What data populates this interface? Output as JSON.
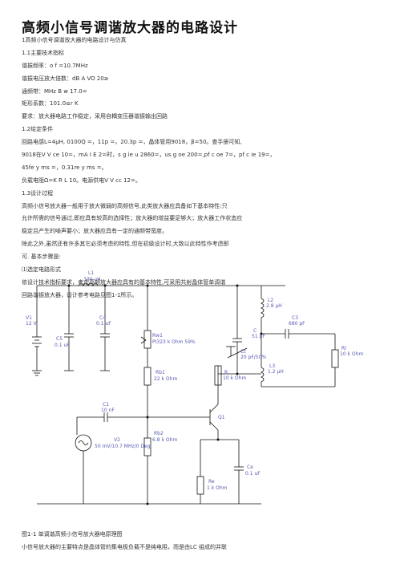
{
  "title": "高频小信号调谐放大器的电路设计",
  "lines": [
    "1高频小信号调谐放大器的电路设计与仿真",
    "1.1主要技术指标",
    "谐振频率：o f =10.7MHz",
    "谐振电压放大倍数：dB A VO 20≥",
    "通频带：MHz B w 17.0=",
    "矩形系数：101.0≤r K",
    "要求：放大器电路工作稳定，采用自耦变压器谐振输出回路",
    "1.2给定条件",
    "回路电感L=4μH, 0100Q =，11p =，20.3p =，晶体管用9018，β=50。查手册可知,",
    "9018在V V ce 10=，mA I E 2=时，s g ie u 2860=，us g oe 200=,pf c oe 7=，pf c ie 19=，",
    "45fe y ms =，0.31re y ms =。",
    "负载电阻Ω=K R L 10。电源供电V V cc 12=。",
    "1.3设计过程",
    "高频小信号放大器一般用于放大微弱的高频信号,此类放大器应具备如下基本特性:只",
    "允许所需的信号通过,即应具有较高的选择性；放大器的增益要足够大；放大器工作状态应",
    "稳定且产生的噪声要小；放大器应具有一定的通频带宽度。",
    "除此之外,虽然还有许多其它必须考虑的特性,但在初级设计时,大致以此特性作考虑即",
    "可. 基本步骤是:",
    "⑴选定电路形式",
    "依设计技术指标要求，考虑高频放大器应具有的基本特性,可采用共射晶体管单调谐",
    "回路谐振放大器，设计参考电路见图1-1所示。"
  ],
  "circuit": {
    "L1": "L1",
    "L1_value": "330 uH",
    "V1": "V1",
    "V1_value": "12 V",
    "C5": "C5",
    "C5_value": "0.1 uF",
    "C4": "C4",
    "C4_value": "0.1 uF",
    "Rw1": "Rw1",
    "Rw1_value": "PI323 k Ohm 59%",
    "Rb1": "Rb1",
    "Rb1_value": "22 k Ohm",
    "C1": "C1",
    "C1_value": "10 nF",
    "Q1": "Q1",
    "Rb2": "Rb2",
    "Rb2_value": "6.8 k Ohm",
    "V2": "V2",
    "V2_value": "50 mV/10.7 MHz/0 Deg",
    "Re": "Re",
    "Re_value": "1 k Ohm",
    "Ce": "Ce",
    "Ce_value": "0.1 uF",
    "C": "C",
    "C_value": "51 pF",
    "Ct": "Ct",
    "Ct_value": "20 pF/50%",
    "R": "R",
    "R_value": "10 k Ohm",
    "L2": "L2",
    "L2_value": "2.8 μH",
    "C3": "C3",
    "C3_value": "680 pF",
    "L3": "L3",
    "L3_value": "1.2 μH",
    "RL": "Rl",
    "RL_value": "10 k Ohm"
  },
  "footer": [
    "图1-1 单调谐高频小信号放大器电原理图",
    "小信号放大器的主要特点是晶体管的集电极负载不是纯电阻，而是由LC 组成的并联"
  ]
}
